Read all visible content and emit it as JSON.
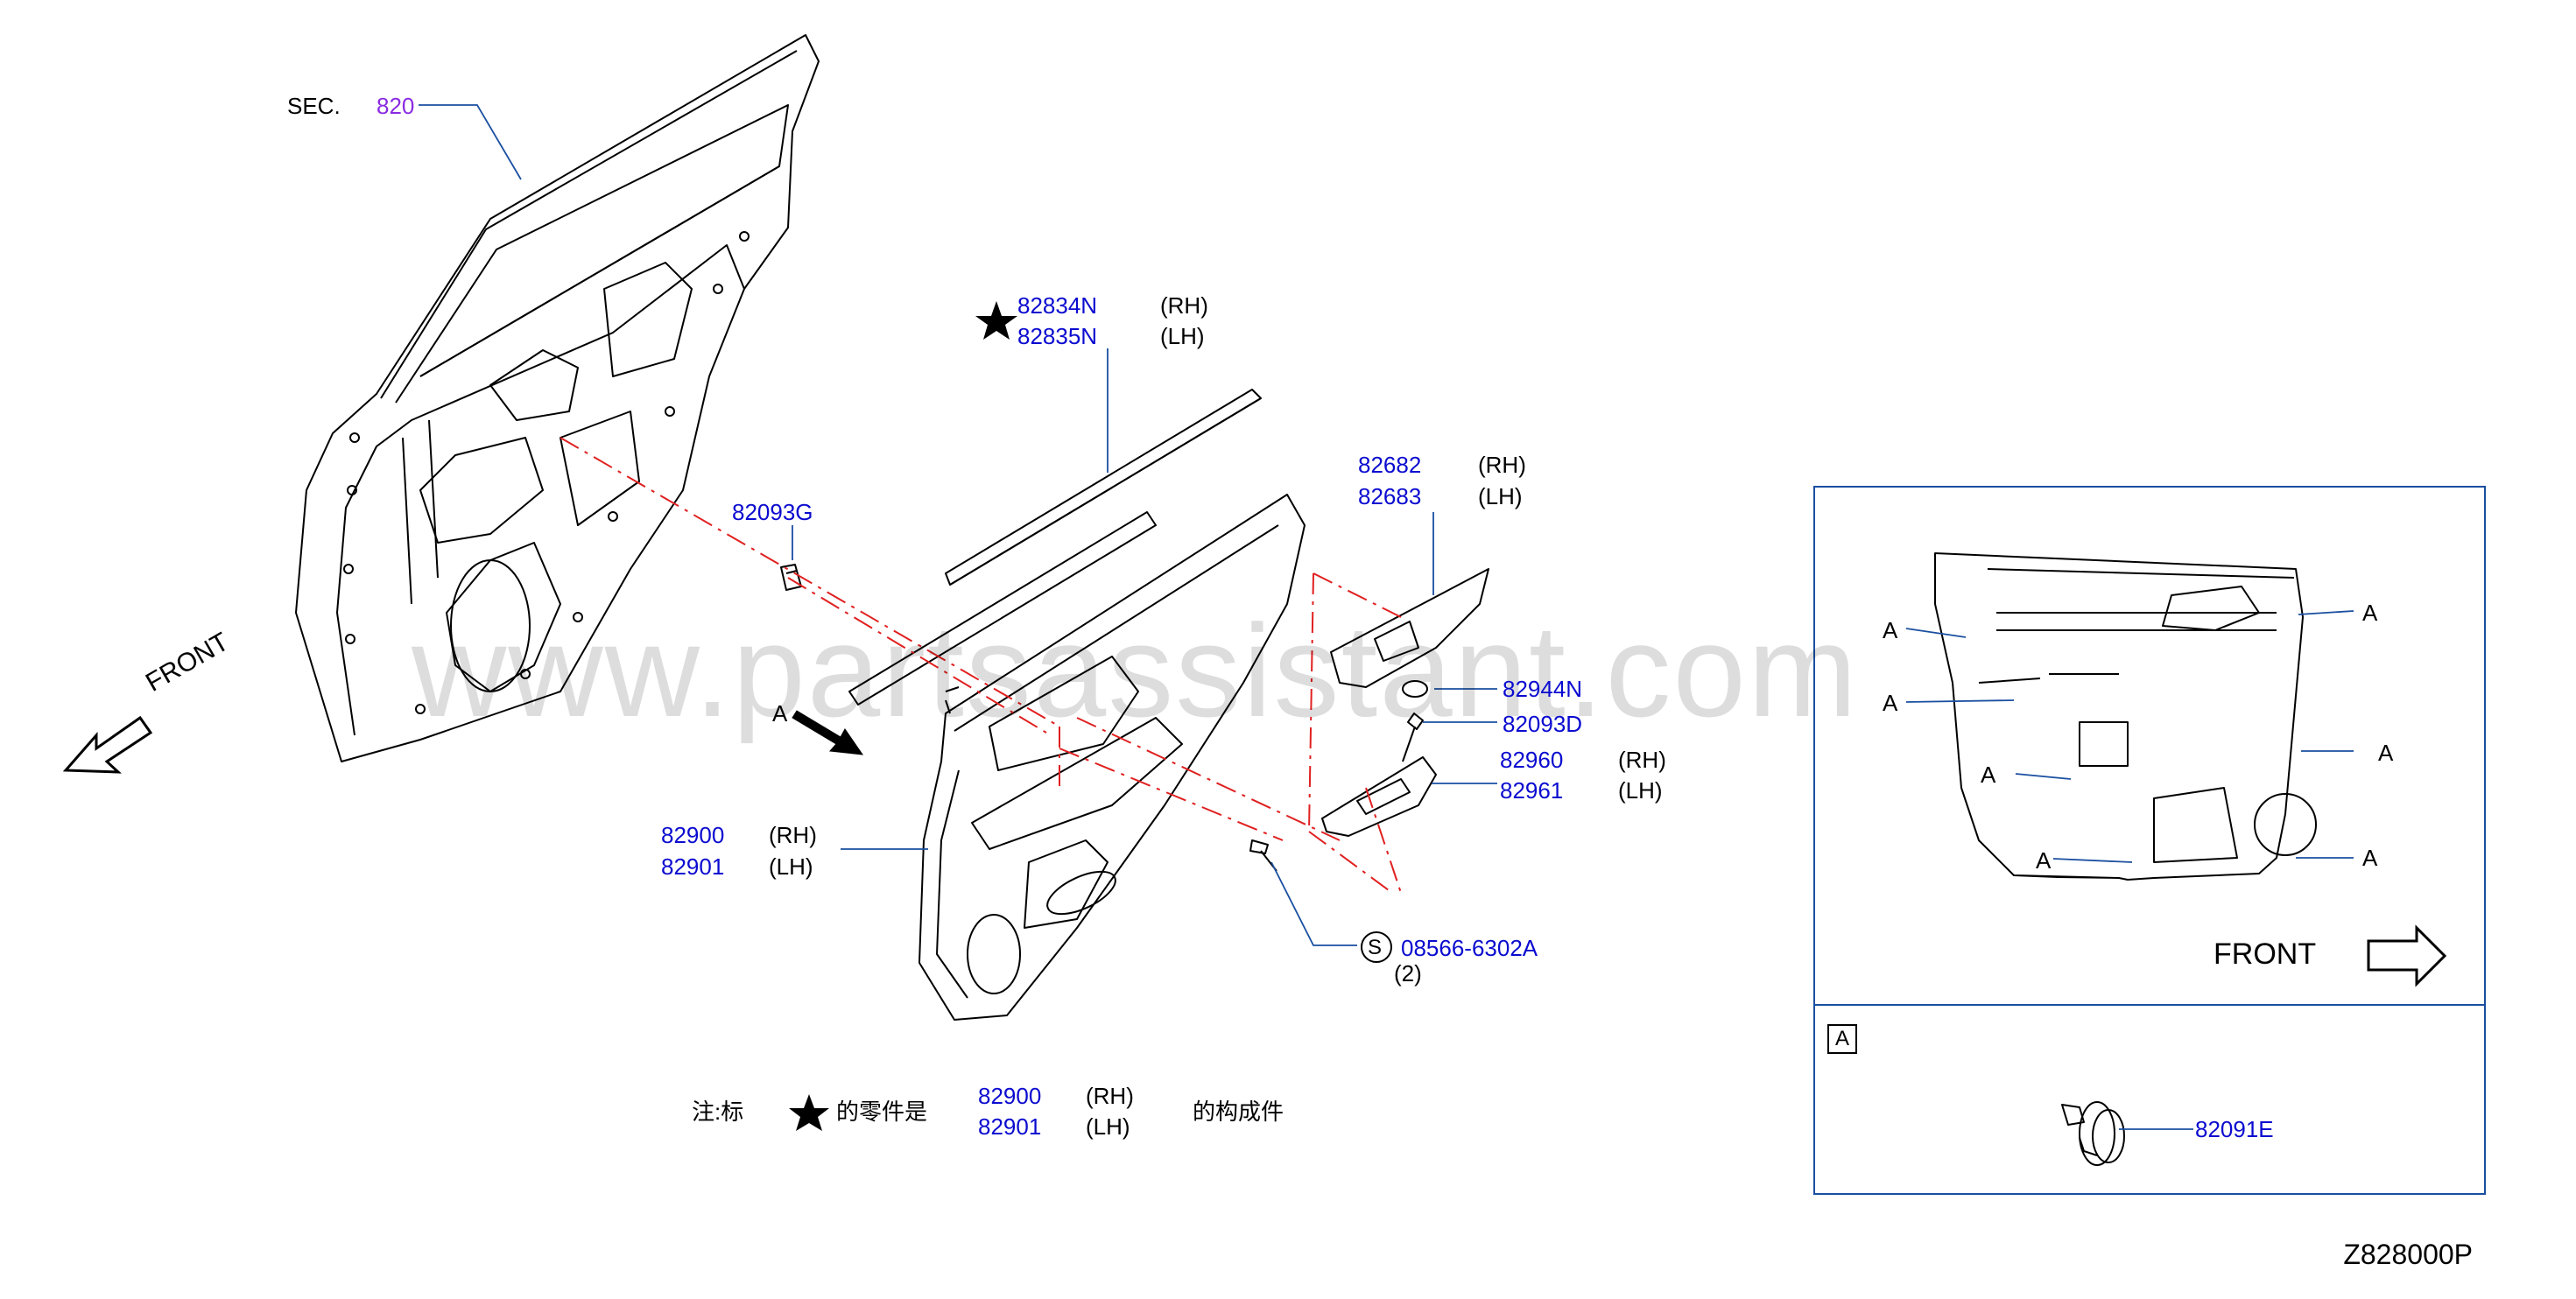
{
  "diagram_code": "Z828000P",
  "watermark": "www.partsassistant.com",
  "callouts": {
    "sec_prefix": "SEC.",
    "sec_number": "820",
    "p82834N": "82834N",
    "p82835N": "82835N",
    "rh": "(RH)",
    "lh": "(LH)",
    "p82682": "82682",
    "p82683": "82683",
    "p82093G": "82093G",
    "p82944N": "82944N",
    "p82093D": "82093D",
    "p82960": "82960",
    "p82961": "82961",
    "p82900": "82900",
    "p82901": "82901",
    "screw_symbol": "S",
    "p08566": "08566-6302A",
    "qty2": "(2)",
    "view_a": "A",
    "front": "FRONT",
    "p82091E": "82091E"
  },
  "note": {
    "prefix": "注:标",
    "mid": "的零件是",
    "suffix": "的构成件",
    "p82900": "82900",
    "p82901": "82901",
    "rh": "(RH)",
    "lh": "(LH)"
  },
  "colors": {
    "part_number": "#0b0bd0",
    "sec_link": "#8a2be2",
    "leader": "#1a4fa0",
    "dash": "#e02020"
  }
}
